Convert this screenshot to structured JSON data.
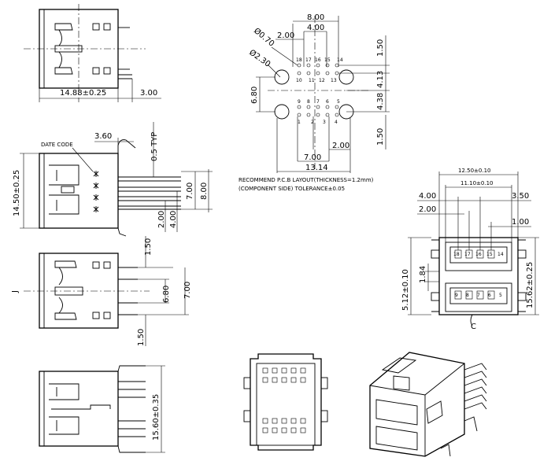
{
  "view1": {
    "dims": [
      "14.88±0.25",
      "3.00"
    ]
  },
  "view2": {
    "dims": [
      "3.60",
      "0.5 TYP",
      "14.50±0.25",
      "7.00",
      "8.00",
      "2.00",
      "4.00"
    ],
    "date_code": "DATE CODE"
  },
  "view3": {
    "dims": [
      "1.50",
      "6.80",
      "7.00",
      "1.50"
    ],
    "side_mark": "J"
  },
  "view4": {
    "dims": [
      "15.60±0.35"
    ]
  },
  "pcb": {
    "dims": [
      "8.00",
      "4.00",
      "2.00",
      "Ø0.70",
      "Ø2.30",
      "1.50",
      "4.13",
      "6.80",
      "4.38",
      "7.00",
      "2.00",
      "1.50",
      "13.14"
    ],
    "pins_top": [
      "18",
      "17",
      "16",
      "15",
      "14"
    ],
    "pins_top2": [
      "10",
      "11",
      "12",
      "13"
    ],
    "pins_bottom": [
      "9",
      "8",
      "7",
      "6",
      "5"
    ],
    "pins_bottom2": [
      "1",
      "2",
      "3",
      "4"
    ],
    "note_line1": "RECOMMEND P.C.B LAYOUT(THICKNESS=1.2mm)",
    "note_line2": "(COMPONENT SIDE) TOLERANCE±0.05"
  },
  "front": {
    "dims": [
      "12.50±0.10",
      "11.10±0.10",
      "4.00",
      "3.50",
      "2.00",
      "1.00",
      "15.62±0.25",
      "5.12±0.10",
      "1.84"
    ],
    "pins_upper": [
      "18",
      "17",
      "16",
      "15",
      "14"
    ],
    "pins_lower": [
      "9",
      "8",
      "7",
      "6",
      "5"
    ],
    "bottom_mark": "C"
  }
}
